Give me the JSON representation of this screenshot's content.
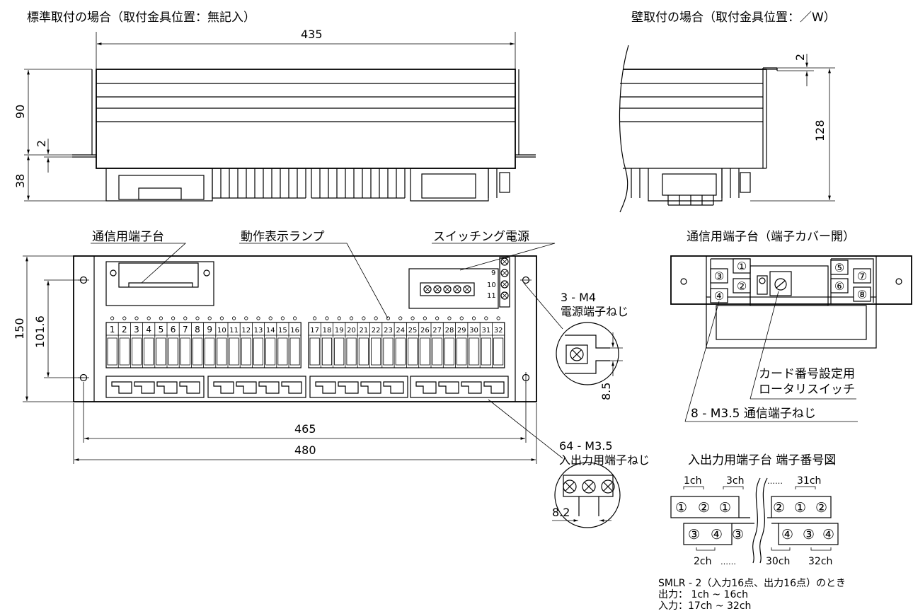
{
  "titles": {
    "standard": "標準取付の場合（取付金具位置：無記入）",
    "wall": "壁取付の場合（取付金具位置：／W）"
  },
  "dims": {
    "w435": "435",
    "h90": "90",
    "h2a": "2",
    "h38": "38",
    "h2b": "2",
    "h128": "128",
    "h150": "150",
    "h101": "101.6",
    "w465": "465",
    "w480": "480",
    "d85": "8.5",
    "d82": "8.2"
  },
  "labels": {
    "comm_tb": "通信用端子台",
    "lamp": "動作表示ランプ",
    "psu": "スイッチング電源",
    "power_screw_count": "3 - M4",
    "power_screw": "電源端子ねじ",
    "io_screw_count": "64 - M3.5",
    "io_screw": "入出力用端子ねじ",
    "comm_open_title": "通信用端子台（端子カバー開）",
    "rotary1": "カード番号設定用",
    "rotary2": "ロータリスイッチ",
    "comm_screw": "8 - M3.5 通信端子ねじ",
    "io_map_title": "入出力用端子台 端子番号図"
  },
  "psu_terminals": [
    "9",
    "10",
    "11"
  ],
  "channels_left": [
    "1",
    "2",
    "3",
    "4",
    "5",
    "6",
    "7",
    "8",
    "9",
    "10",
    "11",
    "12",
    "13",
    "14",
    "15",
    "16"
  ],
  "channels_right": [
    "17",
    "18",
    "19",
    "20",
    "21",
    "22",
    "23",
    "24",
    "25",
    "26",
    "27",
    "28",
    "29",
    "30",
    "31",
    "32"
  ],
  "comm_terminals": [
    "①",
    "②",
    "③",
    "④",
    "⑤",
    "⑥",
    "⑦",
    "⑧"
  ],
  "io_map": {
    "ch_top": [
      "1ch",
      "3ch",
      "31ch"
    ],
    "ch_bottom": [
      "2ch",
      "30ch",
      "32ch"
    ],
    "dots": "……",
    "row_top": [
      "①",
      "②",
      "①",
      "②",
      "①",
      "②"
    ],
    "row_bottom": [
      "③",
      "④",
      "③",
      "④",
      "③",
      "④"
    ]
  },
  "notes": [
    "SMLR - 2（入力16点、出力16点）のとき",
    "出力：  1ch ~ 16ch",
    "入力：17ch ~ 32ch"
  ]
}
